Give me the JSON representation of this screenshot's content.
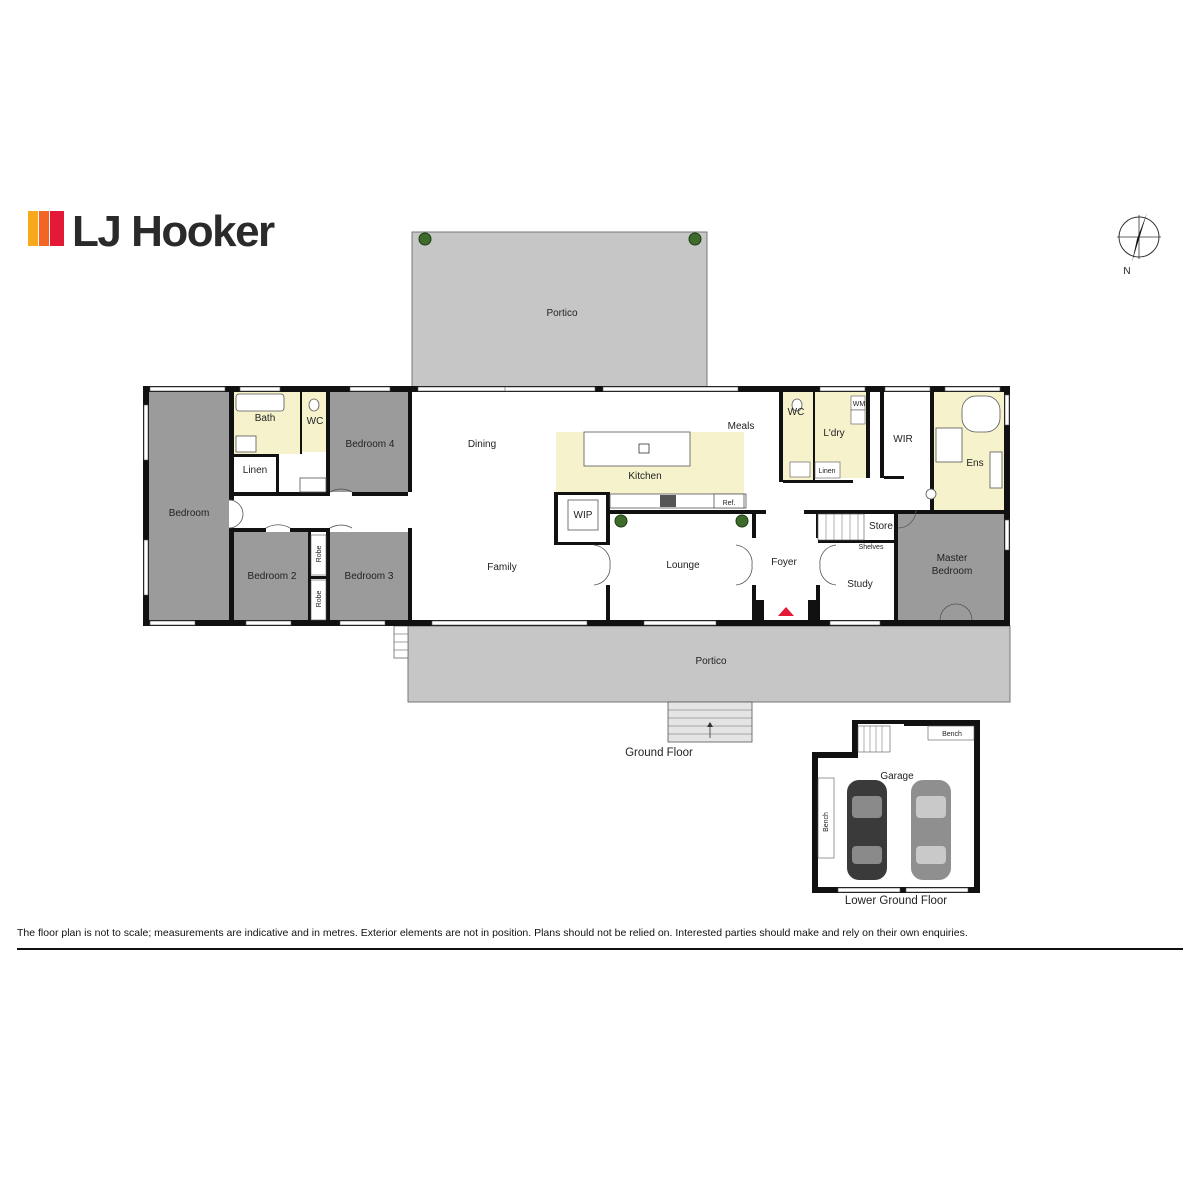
{
  "brand": {
    "name": "LJ Hooker",
    "colors": [
      "#f7a81b",
      "#f26522",
      "#e31937"
    ]
  },
  "compass": {
    "label": "N"
  },
  "rooms": {
    "portico_rear": "Portico",
    "portico_front": "Portico",
    "bedroom": "Bedroom",
    "bath": "Bath",
    "wc_left": "WC",
    "linen_left": "Linen",
    "bedroom4": "Bedroom 4",
    "bedroom2": "Bedroom 2",
    "bedroom3": "Bedroom 3",
    "robe_a": "Robe",
    "robe_b": "Robe",
    "dining": "Dining",
    "family": "Family",
    "kitchen": "Kitchen",
    "meals": "Meals",
    "wip": "WIP",
    "ref": "Ref.",
    "lounge": "Lounge",
    "foyer": "Foyer",
    "wc_right": "WC",
    "ldry": "L'dry",
    "wm": "WM",
    "linen_right": "Linen",
    "wir": "WIR",
    "ens": "Ens",
    "store": "Store",
    "shelves": "Shelves",
    "study": "Study",
    "master_bedroom_1": "Master",
    "master_bedroom_2": "Bedroom",
    "garage": "Garage",
    "bench_top": "Bench",
    "bench_side": "Bench"
  },
  "floors": {
    "ground": "Ground Floor",
    "lower": "Lower Ground Floor"
  },
  "disclaimer": "The floor plan is not to scale; measurements are indicative and in metres. Exterior elements are not in position. Plans should not be relied on. Interested parties should make and rely on their own enquiries."
}
